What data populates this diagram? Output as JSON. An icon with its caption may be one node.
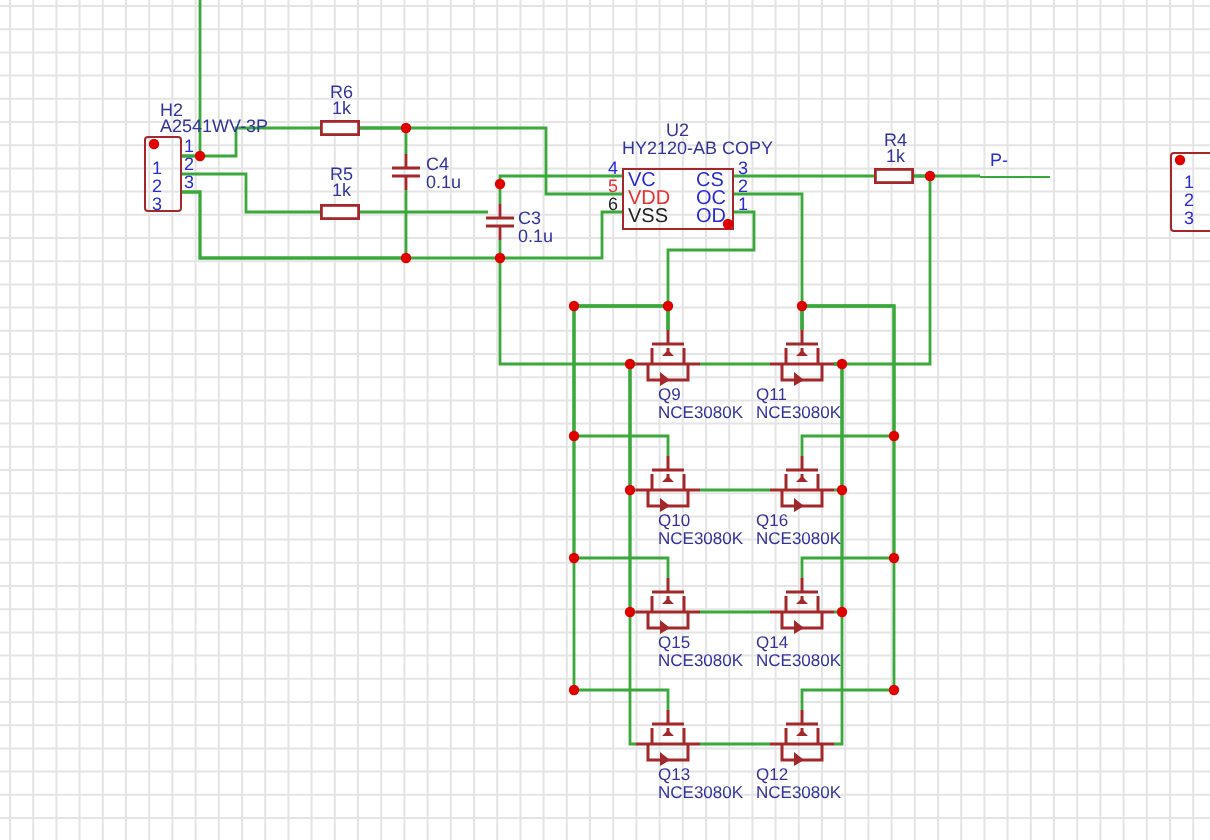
{
  "diagram": {
    "nodes": [
      {
        "text": [
          "H2",
          "A2541WV-3P",
          "1",
          "2",
          "3"
        ]
      },
      {
        "text": [
          "R6",
          "1k"
        ]
      },
      {
        "text": [
          "R5",
          "1k"
        ]
      },
      {
        "text": [
          "C4",
          "0.1u"
        ]
      },
      {
        "text": [
          "C3",
          "0.1u"
        ]
      },
      {
        "text": [
          "U2",
          "HY2120-AB COPY",
          "VC",
          "VDD",
          "VSS",
          "CS",
          "OC",
          "OD"
        ]
      },
      {
        "text": [
          "R4",
          "1k"
        ]
      },
      {
        "text": [
          "P-"
        ]
      },
      {
        "text": [
          "1",
          "2",
          "3"
        ]
      },
      {
        "text": [
          "Q9",
          "NCE3080K"
        ]
      },
      {
        "text": [
          "Q11",
          "NCE3080K"
        ]
      },
      {
        "text": [
          "Q10",
          "NCE3080K"
        ]
      },
      {
        "text": [
          "Q16",
          "NCE3080K"
        ]
      },
      {
        "text": [
          "Q15",
          "NCE3080K"
        ]
      },
      {
        "text": [
          "Q14",
          "NCE3080K"
        ]
      },
      {
        "text": [
          "Q13",
          "NCE3080K"
        ]
      },
      {
        "text": [
          "Q12",
          "NCE3080K"
        ]
      }
    ],
    "edges": [
      {
        "from": 0,
        "to": 1,
        "arrow": "none"
      },
      {
        "from": 0,
        "to": 2,
        "arrow": "none"
      },
      {
        "from": 1,
        "to": 3,
        "arrow": "none"
      },
      {
        "from": 1,
        "to": 5,
        "arrow": "none"
      },
      {
        "from": 2,
        "to": 4,
        "arrow": "none"
      },
      {
        "from": 4,
        "to": 5,
        "arrow": "none"
      },
      {
        "from": 0,
        "to": 5,
        "arrow": "none"
      },
      {
        "from": 5,
        "to": 6,
        "arrow": "none"
      },
      {
        "from": 6,
        "to": 7,
        "arrow": "none"
      },
      {
        "from": 5,
        "to": 10,
        "arrow": "none"
      },
      {
        "from": 5,
        "to": 9,
        "arrow": "none"
      },
      {
        "from": 9,
        "to": 10,
        "arrow": "none"
      },
      {
        "from": 11,
        "to": 12,
        "arrow": "none"
      },
      {
        "from": 13,
        "to": 14,
        "arrow": "none"
      },
      {
        "from": 15,
        "to": 16,
        "arrow": "none"
      },
      {
        "from": null,
        "to": 0,
        "arrow": "none"
      },
      {
        "from": 3,
        "to": 0,
        "arrow": "none"
      },
      {
        "from": 4,
        "to": 9,
        "arrow": "none"
      },
      {
        "from": 6,
        "to": 10,
        "arrow": "none"
      },
      {
        "from": 9,
        "to": 15,
        "arrow": "none"
      },
      {
        "from": 11,
        "to": 9,
        "arrow": "none"
      },
      {
        "from": 13,
        "to": 9,
        "arrow": "none"
      },
      {
        "from": 10,
        "to": 16,
        "arrow": "none"
      },
      {
        "from": 12,
        "to": 10,
        "arrow": "none"
      },
      {
        "from": 14,
        "to": 10,
        "arrow": "none"
      },
      {
        "from": 9,
        "to": 15,
        "arrow": "none"
      },
      {
        "from": 11,
        "to": 9,
        "arrow": "none"
      },
      {
        "from": 13,
        "to": 9,
        "arrow": "none"
      },
      {
        "from": 10,
        "to": 16,
        "arrow": "none"
      },
      {
        "from": 12,
        "to": 10,
        "arrow": "none"
      },
      {
        "from": 14,
        "to": 10,
        "arrow": "none"
      }
    ],
    "labels": [
      "1",
      "2",
      "3",
      "4",
      "5",
      "6",
      "3",
      "2",
      "1"
    ]
  }
}
